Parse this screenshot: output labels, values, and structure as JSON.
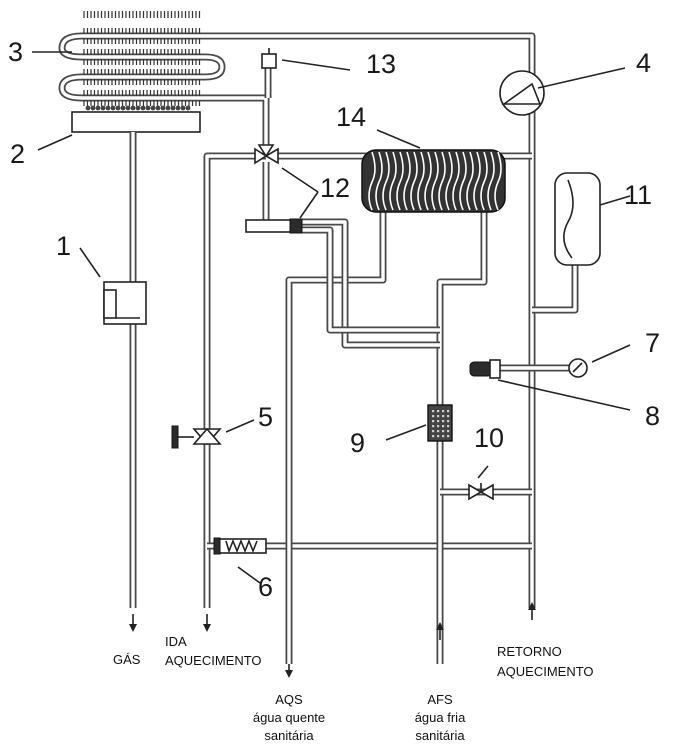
{
  "numbers": {
    "n1": "1",
    "n2": "2",
    "n3": "3",
    "n4": "4",
    "n5": "5",
    "n6": "6",
    "n7": "7",
    "n8": "8",
    "n9": "9",
    "n10": "10",
    "n11": "11",
    "n12": "12",
    "n13": "13",
    "n14": "14"
  },
  "connections": {
    "gas": "GÁS",
    "ida_1": "IDA",
    "ida_2": "AQUECIMENTO",
    "aqs_1": "AQS",
    "aqs_2": "água quente",
    "aqs_3": "sanitária",
    "afs_1": "AFS",
    "afs_2": "água fria",
    "afs_3": "sanitária",
    "ret_1": "RETORNO",
    "ret_2": "AQUECIMENTO"
  }
}
